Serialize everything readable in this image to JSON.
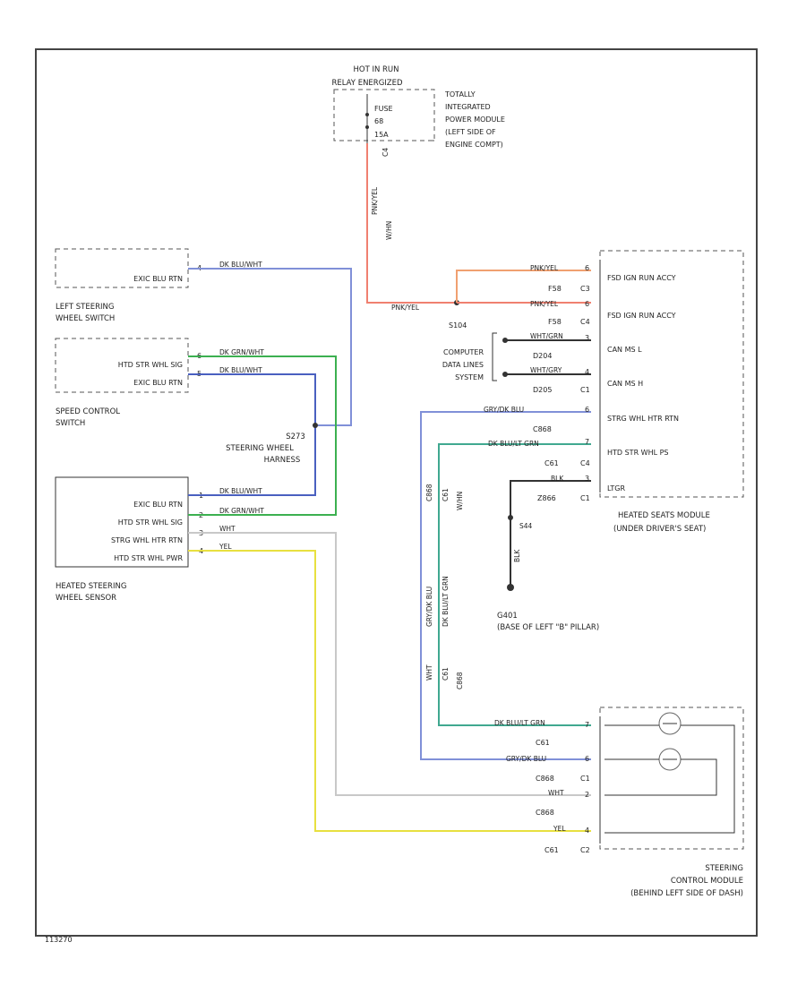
{
  "colors": {
    "pink_red": "#f08070",
    "orange": "#f0a070",
    "dk_blue": "#4a60c0",
    "lt_blue": "#8090d8",
    "green": "#3cb050",
    "teal": "#40a890",
    "dk_green": "#50b070",
    "yellow": "#e8e040",
    "white_wire": "#c8c8c8",
    "black_wire": "#333333",
    "frame": "#444444"
  },
  "top": {
    "header_line1": "HOT IN RUN",
    "header_line2": "RELAY ENERGIZED",
    "fuse_line1": "FUSE",
    "fuse_line2": "68",
    "fuse_line3": "15A",
    "pdm_line1": "TOTALLY",
    "pdm_line2": "INTEGRATED",
    "pdm_line3": "POWER MODULE",
    "pdm_line4": "(LEFT SIDE OF",
    "pdm_line5": "ENGINE COMPT)",
    "c_label": "C4",
    "wire_vert": "PNK/YEL",
    "wire_vert2": "W/HN",
    "splice_label": "S104",
    "wire_horiz": "PNK/YEL"
  },
  "left_switch": {
    "pin_top": "4",
    "pin_label": "EXIC BLU RTN",
    "wire_label": "DK BLU/WHT",
    "name_line1": "LEFT STEERING",
    "name_line2": "WHEEL SWITCH"
  },
  "speed_switch": {
    "pin1": "6",
    "pin1_label": "HTD STR WHL SIG",
    "pin2": "5",
    "pin2_label": "EXIC BLU RTN",
    "wire1": "DK GRN/WHT",
    "wire2": "DK BLU/WHT",
    "name_line1": "SPEED CONTROL",
    "name_line2": "SWITCH"
  },
  "harness": {
    "line1": "S273",
    "line2": "STEERING WHEEL",
    "line3": "HARNESS"
  },
  "sensor": {
    "pin1": "1",
    "pin1_label": "EXIC BLU RTN",
    "pin2": "2",
    "pin2_label": "HTD STR WHL SIG",
    "pin3": "3",
    "pin3_label": "STRG WHL HTR RTN",
    "pin4": "4",
    "pin4_label": "HTD STR WHL PWR",
    "wire1": "DK BLU/WHT",
    "wire2": "DK GRN/WHT",
    "wire3": "WHT",
    "wire4": "YEL",
    "name_line1": "HEATED STEERING",
    "name_line2": "WHEEL SENSOR"
  },
  "seats_module": {
    "wire1": "PNK/YEL",
    "pin1": "6",
    "conn1": "F58",
    "conn1b": "C3",
    "label1": "FSD IGN RUN ACCY",
    "wire2": "PNK/YEL",
    "pin2": "6",
    "conn2": "F58",
    "conn2b": "C4",
    "label2": "FSD IGN RUN ACCY",
    "wire3": "WHT/GRN",
    "pin3": "3",
    "conn3": "D204",
    "label3": "CAN MS L",
    "wire4": "WHT/GRY",
    "pin4": "4",
    "conn4": "D205",
    "conn4b": "C1",
    "label4": "CAN MS H",
    "wire5": "GRY/DK BLU",
    "pin5": "6",
    "conn5": "C868",
    "label5": "STRG WHL HTR RTN",
    "wire6": "DK BLU/LT GRN",
    "pin6": "7",
    "conn6": "C61",
    "conn6b": "C4",
    "label6": "HTD STR WHL PS",
    "wire7": "BLK",
    "pin7": "3",
    "conn7": "Z866",
    "conn7b": "C1",
    "label7": "LTGR",
    "name_line1": "HEATED SEATS MODULE",
    "name_line2": "(UNDER DRIVER'S SEAT)",
    "cdl_line1": "COMPUTER",
    "cdl_line2": "DATA LINES",
    "cdl_line3": "SYSTEM"
  },
  "ground": {
    "wire": "BLK",
    "label": "G401",
    "name_line1": "G401",
    "name_line2": "(BASE OF LEFT \"B\" PILLAR)",
    "ref": "S44"
  },
  "mid_wires": {
    "v1": "GRY/DK BLU",
    "v2": "DK BLU/LT GRN",
    "v3": "WHT",
    "v4": "C61",
    "v5": "C868",
    "v6": "W/HN"
  },
  "steering_module": {
    "wire1": "DK BLU/LT GRN",
    "pin1": "7",
    "conn1": "C61",
    "wire2": "GRY/DK BLU",
    "pin2": "6",
    "conn2": "C868",
    "conn2b": "C1",
    "wire3": "WHT",
    "pin3": "2",
    "conn3": "C868",
    "wire4": "YEL",
    "pin4": "4",
    "conn4": "C61",
    "conn4b": "C2",
    "name_line1": "STEERING",
    "name_line2": "CONTROL MODULE",
    "name_line3": "(BEHIND LEFT SIDE OF DASH)"
  },
  "footer": {
    "code": "113270"
  }
}
